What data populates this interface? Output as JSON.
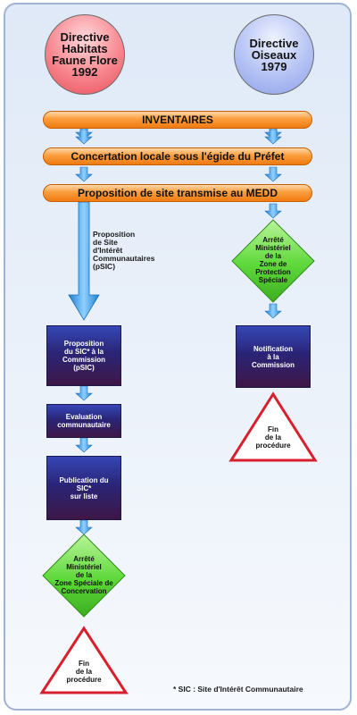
{
  "circles": {
    "left": "Directive\nHabitats\nFaune Flore\n1992",
    "right": "Directive\nOiseaux\n1979"
  },
  "bars": {
    "inventaires": "INVENTAIRES",
    "concertation": "Concertation locale sous l'égide du Préfet",
    "proposition": "Proposition de site transmise au MEDD"
  },
  "psic_label": "Proposition\nde Site\nd'Intérêt\nCommunautaires\n(pSIC)",
  "left_flow": {
    "box1": "Proposition\ndu SIC* à la\nCommission\n(pSIC)",
    "box2": "Evaluation\ncommunautaire",
    "box3": "Publication du\nSIC*\nsur liste",
    "diamond": "Arrêté\nMinistériel\nde la\nZone Spéciale de\nConcervation",
    "end": "Fin\nde la\nprocédure"
  },
  "right_flow": {
    "diamond": "Arrêté\nMinistériel\nde la\nZone de\nProtection\nSpéciale",
    "box1": "Notification\nà la\nCommission",
    "end": "Fin\nde la\nprocédure"
  },
  "footnote": "* SIC : Site d'Intérêt Communautaire",
  "colors": {
    "arrow": "#3fa0e8",
    "bar": "#fb9d3c",
    "box": "#2a2577",
    "diamond": "#5ed83a",
    "triangle_border": "#d8202c"
  }
}
